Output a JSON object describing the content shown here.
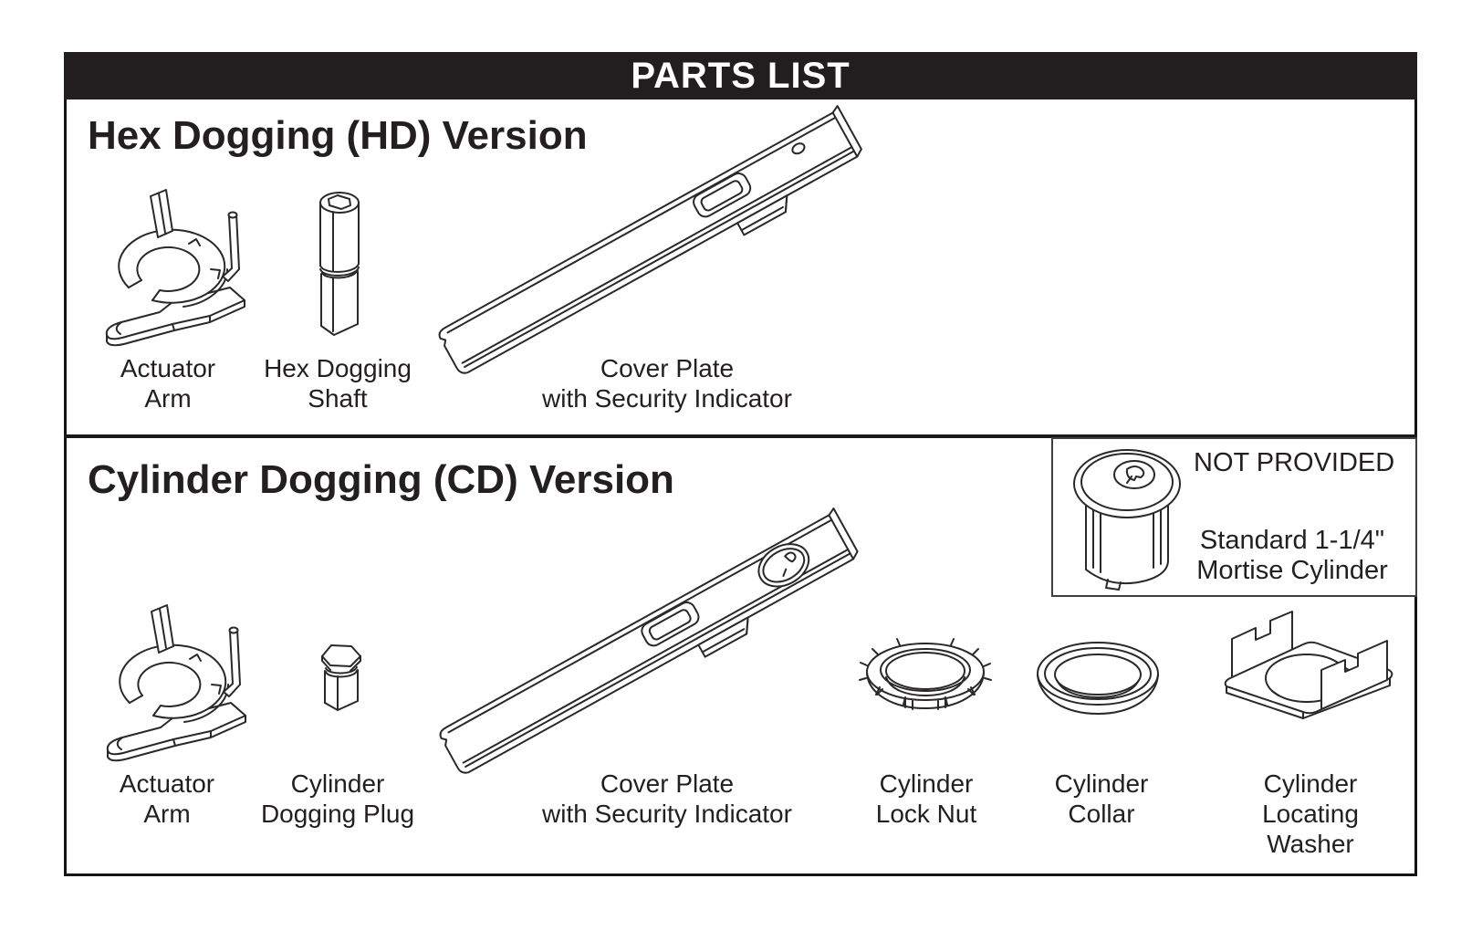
{
  "header": {
    "title": "PARTS LIST"
  },
  "sections": [
    {
      "heading": "Hex Dogging (HD) Version",
      "parts": [
        {
          "name": "actuator-arm",
          "lines": [
            "Actuator",
            "Arm"
          ]
        },
        {
          "name": "hex-dogging-shaft",
          "lines": [
            "Hex Dogging",
            "Shaft"
          ]
        },
        {
          "name": "cover-plate-hd",
          "lines": [
            "Cover Plate",
            "with Security Indicator"
          ]
        }
      ]
    },
    {
      "heading": "Cylinder Dogging (CD) Version",
      "parts": [
        {
          "name": "actuator-arm",
          "lines": [
            "Actuator",
            "Arm"
          ]
        },
        {
          "name": "cylinder-dogging-plug",
          "lines": [
            "Cylinder",
            "Dogging Plug"
          ]
        },
        {
          "name": "cover-plate-cd",
          "lines": [
            "Cover Plate",
            "with Security Indicator"
          ]
        },
        {
          "name": "cylinder-lock-nut",
          "lines": [
            "Cylinder",
            "Lock Nut"
          ]
        },
        {
          "name": "cylinder-collar",
          "lines": [
            "Cylinder",
            "Collar"
          ]
        },
        {
          "name": "cylinder-locating-washer",
          "lines": [
            "Cylinder",
            "Locating",
            "Washer"
          ]
        }
      ],
      "not_provided": {
        "title": "NOT PROVIDED",
        "description_lines": [
          "Standard 1-1/4\"",
          "Mortise Cylinder"
        ]
      }
    }
  ],
  "colors": {
    "ink": "#231f20",
    "line": "#2b282a",
    "header_bg": "#221e1f",
    "header_text": "#ffffff"
  }
}
